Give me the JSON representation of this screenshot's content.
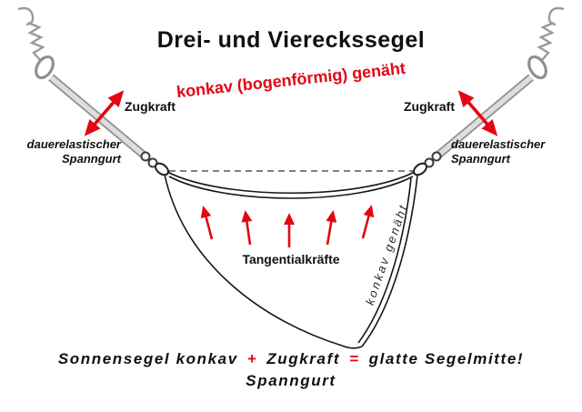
{
  "title": "Drei- und Viereckssegel",
  "subtitle": "konkav (bogenförmig) genäht",
  "labels": {
    "zugkraft_left": "Zugkraft",
    "zugkraft_right": "Zugkraft",
    "spanngurt_left_line1": "dauerelastischer",
    "spanngurt_left_line2": "Spanngurt",
    "spanngurt_right_line1": "dauerelastischer",
    "spanngurt_right_line2": "Spanngurt",
    "tangential": "Tangentialkräfte",
    "seam": "konkav genäht"
  },
  "caption": {
    "part1": "Sonnensegel konkav",
    "plus": "+",
    "part2": "Zugkraft",
    "equals": "=",
    "part3": "glatte Segelmitte!",
    "line2": "Spanngurt"
  },
  "icons": {
    "left_hook": "hook-icon",
    "left_spring": "spring-icon",
    "left_carabiner": "carabiner-icon",
    "right_hook": "hook-icon",
    "right_spring": "spring-icon",
    "right_carabiner": "carabiner-icon"
  },
  "colors": {
    "accent_red": "#e30613",
    "line_black": "#161616",
    "hardware_grey": "#8f8f8f",
    "strap_light": "#dedede"
  }
}
